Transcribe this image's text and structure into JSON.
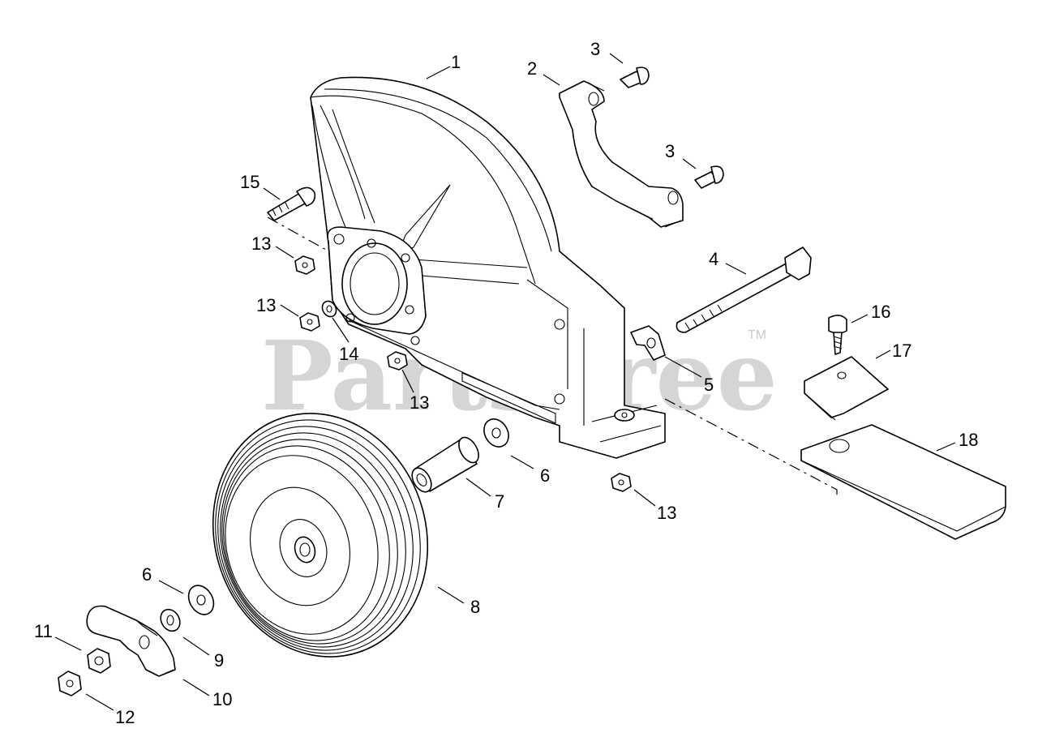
{
  "watermark": {
    "text": "PartsTree",
    "trademark": "TM"
  },
  "callouts": [
    {
      "id": "c1",
      "label": "1"
    },
    {
      "id": "c2",
      "label": "2"
    },
    {
      "id": "c3a",
      "label": "3"
    },
    {
      "id": "c3b",
      "label": "3"
    },
    {
      "id": "c4",
      "label": "4"
    },
    {
      "id": "c5",
      "label": "5"
    },
    {
      "id": "c6a",
      "label": "6"
    },
    {
      "id": "c6b",
      "label": "6"
    },
    {
      "id": "c7",
      "label": "7"
    },
    {
      "id": "c8",
      "label": "8"
    },
    {
      "id": "c9",
      "label": "9"
    },
    {
      "id": "c10",
      "label": "10"
    },
    {
      "id": "c11",
      "label": "11"
    },
    {
      "id": "c12",
      "label": "12"
    },
    {
      "id": "c13a",
      "label": "13"
    },
    {
      "id": "c13b",
      "label": "13"
    },
    {
      "id": "c13c",
      "label": "13"
    },
    {
      "id": "c13d",
      "label": "13"
    },
    {
      "id": "c14",
      "label": "14"
    },
    {
      "id": "c15",
      "label": "15"
    },
    {
      "id": "c16",
      "label": "16"
    },
    {
      "id": "c17",
      "label": "17"
    },
    {
      "id": "c18",
      "label": "18"
    }
  ]
}
